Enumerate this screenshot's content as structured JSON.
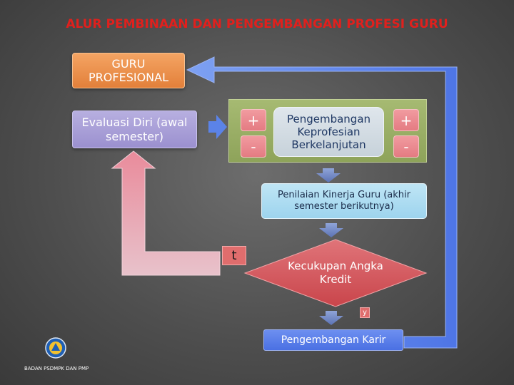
{
  "title": "ALUR PEMBINAAN DAN PENGEMBANGAN PROFESI GURU",
  "nodes": {
    "guru_profesional": "GURU PROFESIONAL",
    "evaluasi_diri": "Evaluasi Diri (awal semester)",
    "pkb": "Pengembangan Keprofesian Berkelanjutan",
    "penilaian": "Penilaian Kinerja Guru (akhir semester berikutnya)",
    "kecukupan": "Kecukupan Angka Kredit",
    "karir": "Pengembangan Karir"
  },
  "signs": {
    "left_plus": "+",
    "left_minus": "-",
    "right_plus": "+",
    "right_minus": "-"
  },
  "branches": {
    "t": "t",
    "y": "y"
  },
  "footer": "BADAN PSDMPK DAN PMP",
  "colors": {
    "title": "#e0201d",
    "blue_loop": "#5b83e8",
    "pink_loop": "#e2a3b0",
    "diamond": "#d9555a"
  }
}
